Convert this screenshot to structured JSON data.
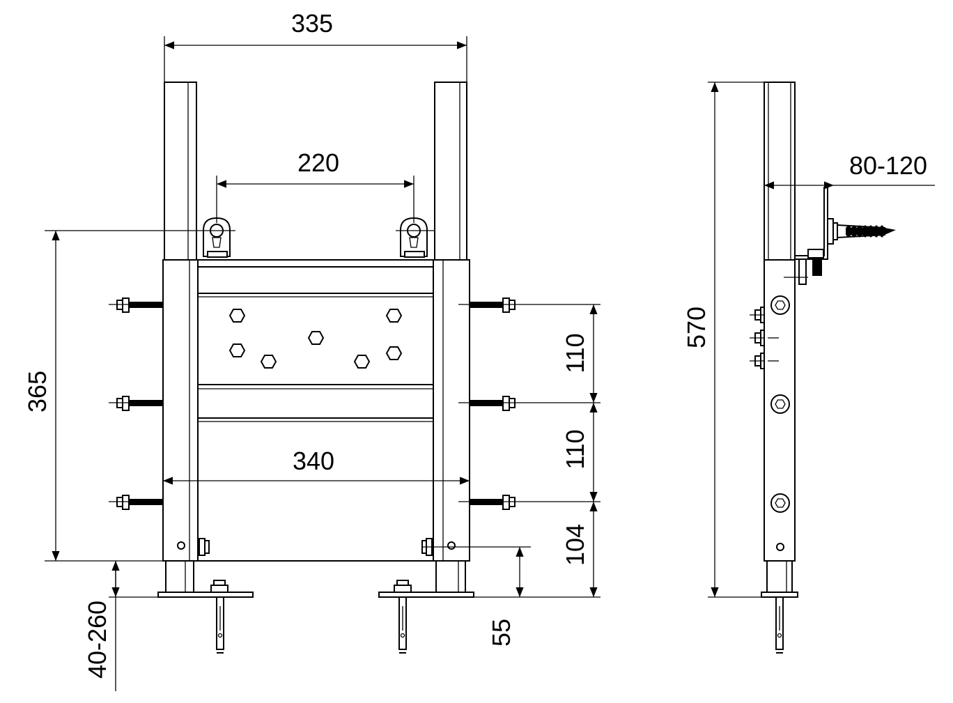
{
  "dimensions": {
    "overall_width": "335",
    "mount_spacing": "220",
    "frame_width": "340",
    "height_left": "365",
    "spacing_upper": "110",
    "spacing_lower": "110",
    "bottom_offset": "104",
    "foot_height": "55",
    "foot_adjust": "40-260",
    "total_height": "570",
    "wall_depth": "80-120"
  },
  "colors": {
    "line": "#000000",
    "background": "#ffffff"
  }
}
